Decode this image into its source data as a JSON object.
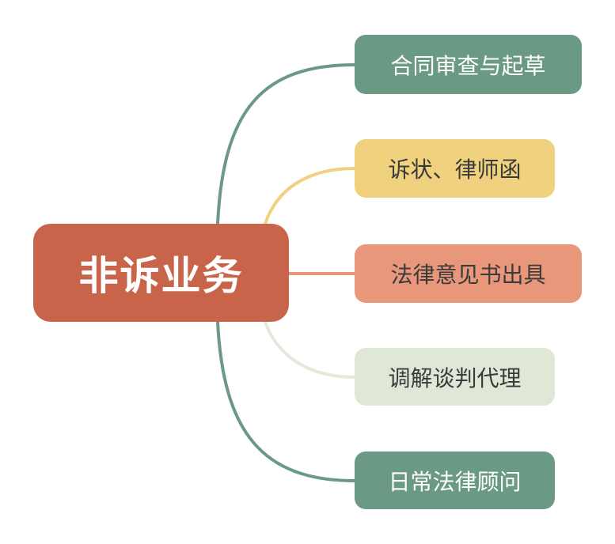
{
  "root": {
    "label": "非诉业务",
    "color": "#c8644a",
    "text_color": "#ffffff"
  },
  "branches": [
    {
      "label": "合同审查与起草",
      "color": "#6b9a84",
      "text_color": "#ffffff"
    },
    {
      "label": "诉状、律师函",
      "color": "#f0d27e",
      "text_color": "#3a3a3a"
    },
    {
      "label": "法律意见书出具",
      "color": "#e8977a",
      "text_color": "#3a3a3a"
    },
    {
      "label": "调解谈判代理",
      "color": "#dfe8d6",
      "text_color": "#3a3a3a"
    },
    {
      "label": "日常法律顾问",
      "color": "#6b9a84",
      "text_color": "#ffffff"
    }
  ],
  "connector_colors": [
    "#6b9a84",
    "#f0d27e",
    "#e8977a",
    "#e2ead9",
    "#6b9a84"
  ]
}
